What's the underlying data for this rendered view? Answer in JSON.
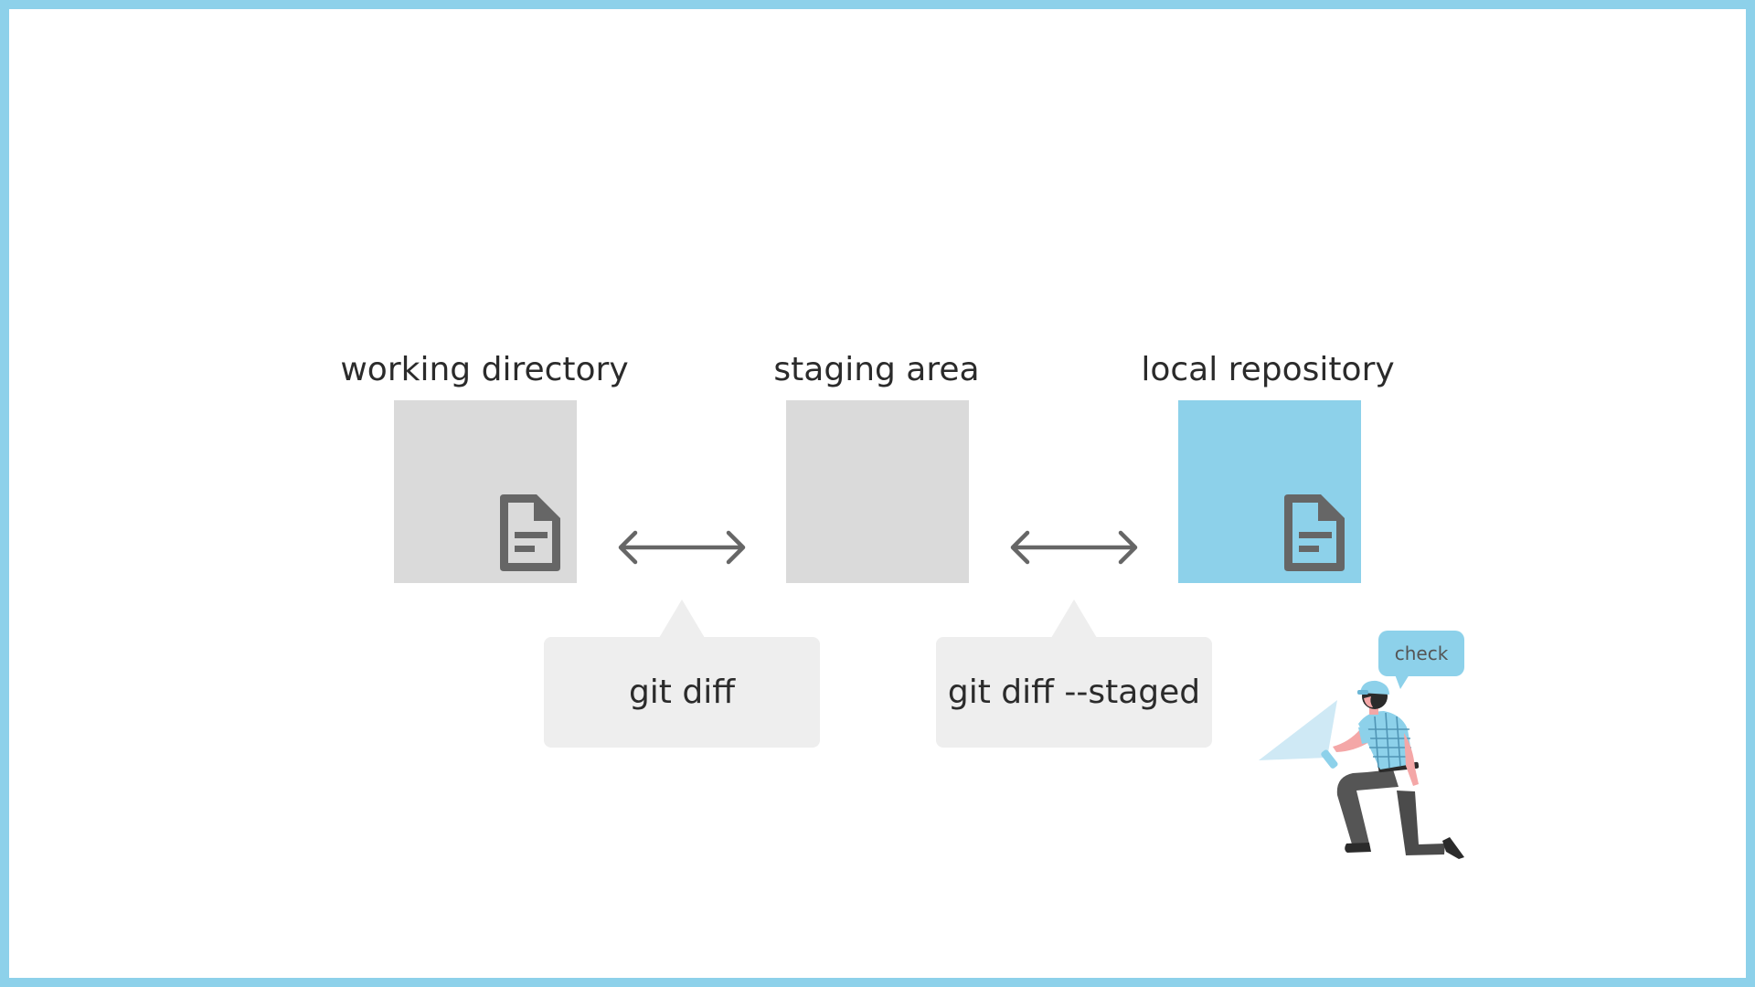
{
  "stages": {
    "working": {
      "label": "working directory",
      "icon": "document-icon"
    },
    "staging": {
      "label": "staging area"
    },
    "local": {
      "label": "local repository",
      "icon": "document-icon"
    }
  },
  "commands": {
    "diff": "git diff",
    "diff_staged": "git diff --staged"
  },
  "character": {
    "speech": "check"
  },
  "colors": {
    "border": "#8dd1ea",
    "box_default": "#dadada",
    "box_highlight": "#8dd1ea",
    "bubble": "#eeeeee",
    "icon": "#666666",
    "text": "#2b2b2b"
  }
}
